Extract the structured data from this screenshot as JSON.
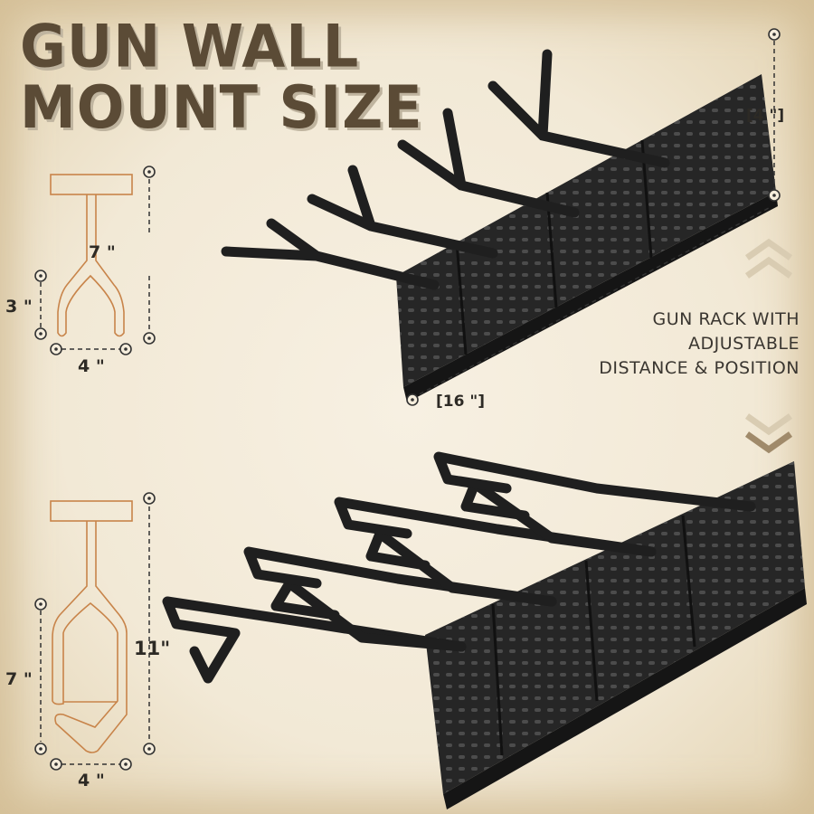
{
  "title": {
    "line1": "GUN WALL",
    "line2": "MOUNT SIZE"
  },
  "top_diagram": {
    "height": "7 \"",
    "fork_depth": "3 \"",
    "width": "4 \""
  },
  "bottom_diagram": {
    "height": "11\"",
    "loop_depth": "7 \"",
    "width": "4 \""
  },
  "top_rack": {
    "height": "[4 \"]",
    "length": "[16 \"]"
  },
  "description": {
    "line1": "GUN RACK WITH",
    "line2": "ADJUSTABLE",
    "line3": "DISTANCE & POSITION"
  },
  "icons": {
    "up": "double-chevron-up-icon",
    "down": "double-chevron-down-icon",
    "marker": "crosshair-marker-icon"
  },
  "colors": {
    "title": "#5b4b36",
    "outline": "#c8844a",
    "rack": "#1f1f1f",
    "chevron_up": "#d9ccb2",
    "chevron_down": "#a08a6a"
  }
}
